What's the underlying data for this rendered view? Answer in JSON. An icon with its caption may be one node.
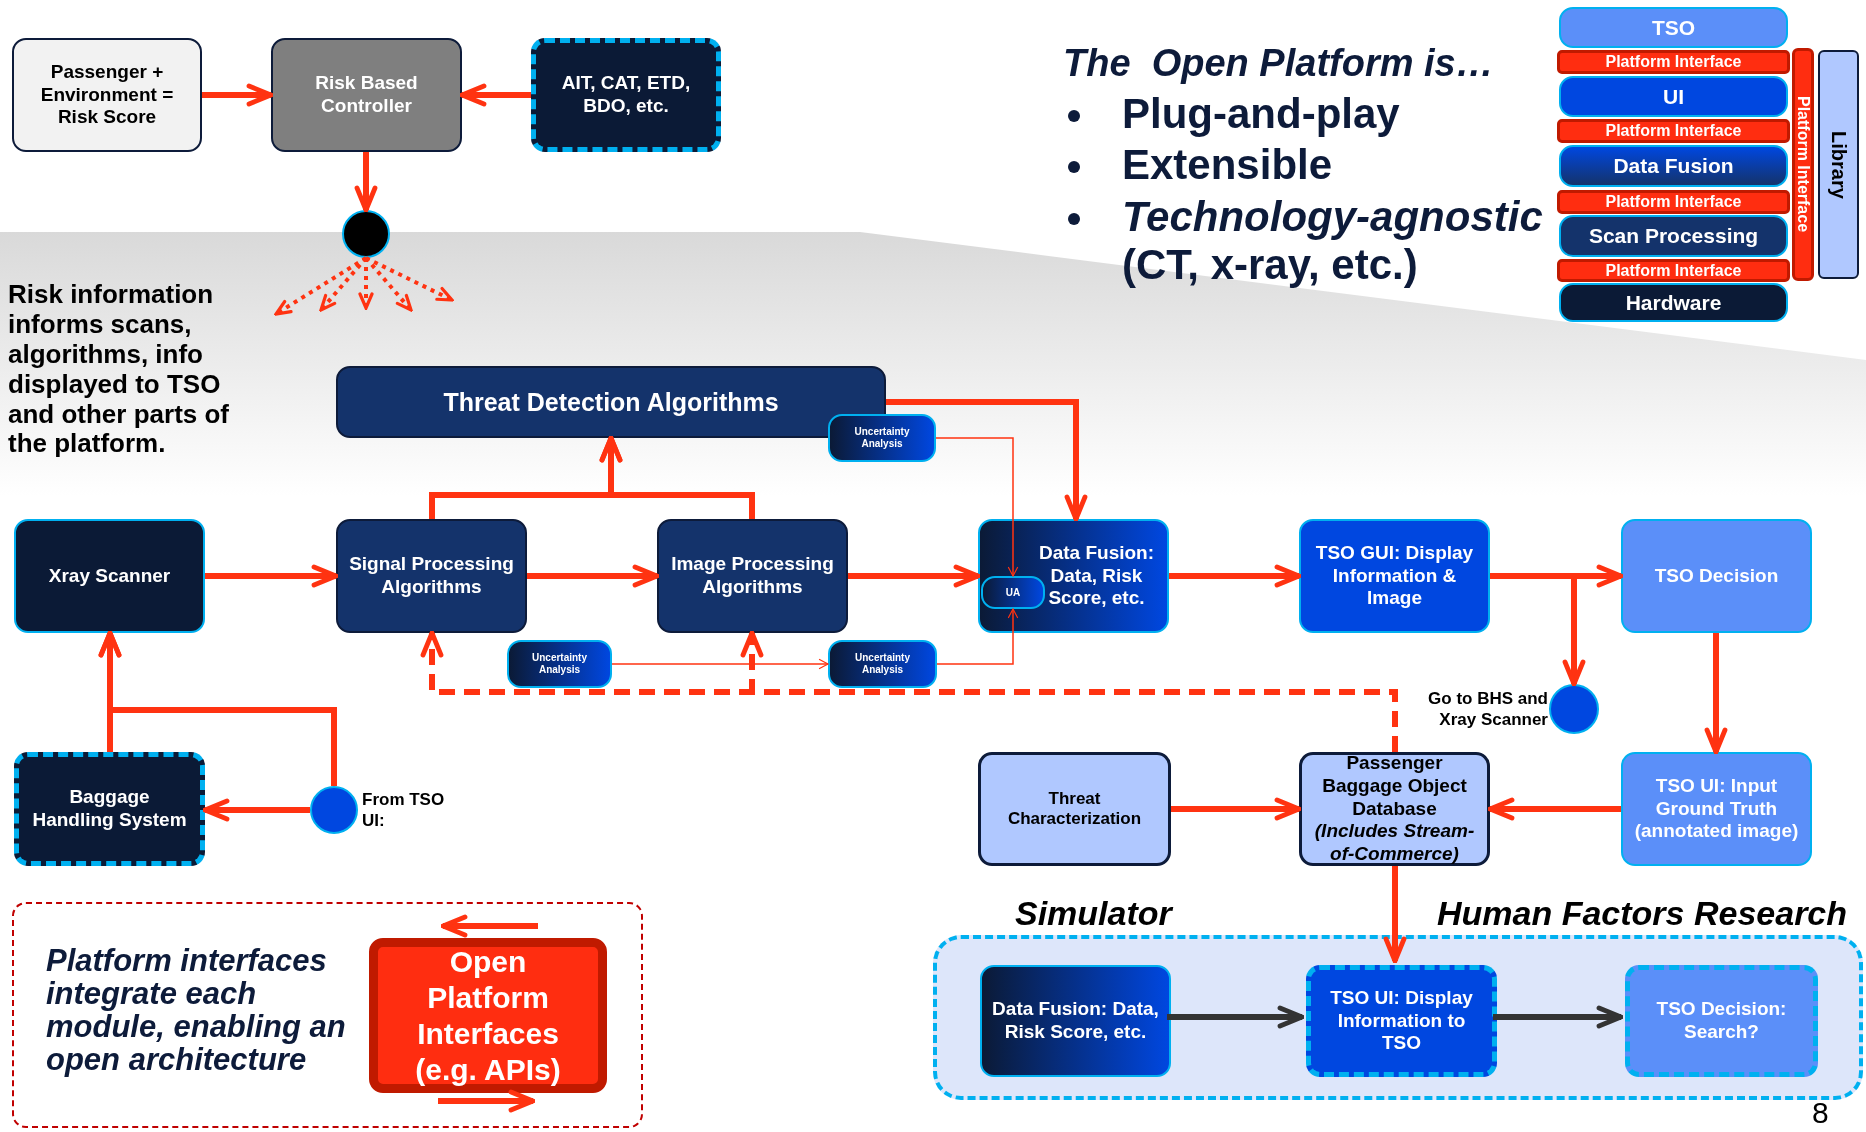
{
  "diagram": {
    "nodes": [
      {
        "text": [
          "Passenger + Environment = Risk Score"
        ]
      },
      {
        "text": [
          "Risk Based Controller"
        ]
      },
      {
        "text": [
          "AIT, CAT, ETD, BDO, etc."
        ]
      },
      {
        "text": [],
        "shape": "circle"
      },
      {
        "text": [
          "Threat Detection Algorithms"
        ]
      },
      {
        "text": [
          "Uncertainty Analysis"
        ]
      },
      {
        "text": [
          "Xray Scanner"
        ]
      },
      {
        "text": [
          "Signal Processing Algorithms"
        ]
      },
      {
        "text": [
          "Image Processing Algorithms"
        ]
      },
      {
        "text": [
          "Data Fusion: Data, Risk Score, etc."
        ]
      },
      {
        "text": [
          "UA"
        ],
        "in": 9
      },
      {
        "text": [
          "TSO GUI: Display Information & Image"
        ]
      },
      {
        "text": [
          "TSO Decision"
        ]
      },
      {
        "text": [
          "Uncertainty Analysis"
        ]
      },
      {
        "text": [
          "Uncertainty Analysis"
        ]
      },
      {
        "text": [],
        "shape": "circle",
        "beside": [
          "Go to BHS and Xray Scanner"
        ]
      },
      {
        "text": [
          "Baggage Handling System"
        ]
      },
      {
        "text": [],
        "shape": "circle",
        "beside": [
          "From TSO UI:"
        ]
      },
      {
        "text": [
          "Threat Characterization"
        ]
      },
      {
        "text": [
          "Passenger Baggage Object Database *(Includes Stream-of-Commerce)*"
        ]
      },
      {
        "text": [
          "TSO UI: Input Ground Truth (annotated image)"
        ]
      },
      {
        "text": [
          "Simulator",
          "Human Factors Research"
        ]
      },
      {
        "text": [
          "Data Fusion: Data, Risk Score, etc."
        ],
        "in": 21
      },
      {
        "text": [
          "TSO UI: Display Information to TSO"
        ],
        "in": 21
      },
      {
        "text": [
          "TSO Decision: Search?"
        ],
        "in": 21
      },
      {
        "text": [
          "Platform interfaces integrate each module, enabling an open architecture"
        ]
      },
      {
        "text": [
          "Open Platform Interfaces (e.g. APIs)"
        ],
        "in": 25
      },
      {
        "text": [
          "TSO"
        ]
      },
      {
        "text": [
          "Platform Interface"
        ]
      },
      {
        "text": [
          "UI"
        ]
      },
      {
        "text": [
          "Platform Interface"
        ]
      },
      {
        "text": [
          "Data Fusion"
        ]
      },
      {
        "text": [
          "Platform Interface"
        ]
      },
      {
        "text": [
          "Scan Processing"
        ]
      },
      {
        "text": [
          "Platform Interface"
        ]
      },
      {
        "text": [
          "Hardware"
        ]
      },
      {
        "text": [
          "Platform Interface"
        ]
      },
      {
        "text": [
          "Library"
        ]
      }
    ],
    "edges": [
      {
        "from": 0,
        "to": 1,
        "arrow": "to"
      },
      {
        "from": 2,
        "to": 1,
        "arrow": "to"
      },
      {
        "from": 1,
        "to": 3,
        "arrow": "to"
      },
      {
        "from": 3,
        "to": null,
        "arrow": "to",
        "style": "dashed"
      },
      {
        "from": 3,
        "to": null,
        "arrow": "to",
        "style": "dashed"
      },
      {
        "from": 3,
        "to": null,
        "arrow": "to",
        "style": "dashed"
      },
      {
        "from": 3,
        "to": null,
        "arrow": "to",
        "style": "dashed"
      },
      {
        "from": 3,
        "to": null,
        "arrow": "to",
        "style": "dashed"
      },
      {
        "from": 6,
        "to": 7,
        "arrow": "to"
      },
      {
        "from": 7,
        "to": 8,
        "arrow": "to"
      },
      {
        "from": 8,
        "to": 9,
        "arrow": "to"
      },
      {
        "from": 7,
        "to": 4,
        "arrow": "to"
      },
      {
        "from": 8,
        "to": 4,
        "arrow": "to"
      },
      {
        "from": 4,
        "to": 9,
        "arrow": "to"
      },
      {
        "from": 5,
        "to": 10,
        "arrow": "to"
      },
      {
        "from": 13,
        "to": 14,
        "arrow": "to"
      },
      {
        "from": 14,
        "to": 10,
        "arrow": "to"
      },
      {
        "from": 9,
        "to": 11,
        "arrow": "to"
      },
      {
        "from": 11,
        "to": 12,
        "arrow": "to"
      },
      {
        "from": 11,
        "to": 15,
        "arrow": "to"
      },
      {
        "from": 12,
        "to": 20,
        "arrow": "to"
      },
      {
        "from": 20,
        "to": 19,
        "arrow": "to"
      },
      {
        "from": 18,
        "to": 19,
        "arrow": "to"
      },
      {
        "from": 19,
        "to": 23,
        "arrow": "to"
      },
      {
        "from": 19,
        "to": 7,
        "arrow": "to",
        "style": "dashed"
      },
      {
        "from": 19,
        "to": 8,
        "arrow": "to",
        "style": "dashed"
      },
      {
        "from": 17,
        "to": 16,
        "arrow": "to"
      },
      {
        "from": 17,
        "to": 6,
        "arrow": "to"
      },
      {
        "from": 16,
        "to": 6,
        "arrow": "to"
      },
      {
        "from": 22,
        "to": 23,
        "arrow": "to",
        "color": "#333333"
      },
      {
        "from": 23,
        "to": 24,
        "arrow": "to",
        "color": "#333333"
      }
    ],
    "labels": [
      "The  Open Platform is…",
      "Plug-and-play",
      "Extensible",
      "*Technology-agnostic* (CT, x-ray, etc.)",
      "Risk information informs scans, algorithms, info displayed to TSO and other parts of the platform.",
      "8"
    ]
  }
}
